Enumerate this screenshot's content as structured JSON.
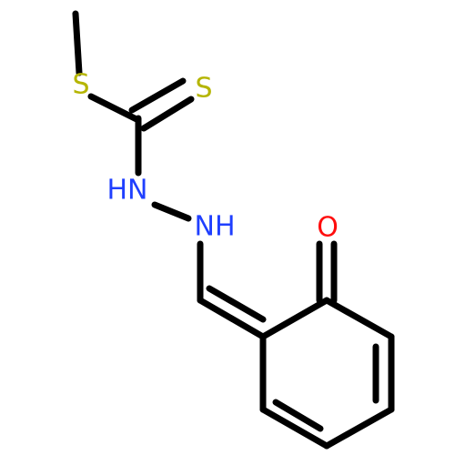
{
  "molecule": {
    "atoms": {
      "s_methyl": {
        "label": "S",
        "color": "#b5b500"
      },
      "s_thione": {
        "label": "S",
        "color": "#b5b500"
      },
      "nh_upper": {
        "label": "HN",
        "color": "#1f3fff"
      },
      "nh_lower": {
        "label": "NH",
        "color": "#1f3fff"
      },
      "o_ketone": {
        "label": "O",
        "color": "#ff0d0d"
      }
    },
    "bond_color": "#000000"
  }
}
